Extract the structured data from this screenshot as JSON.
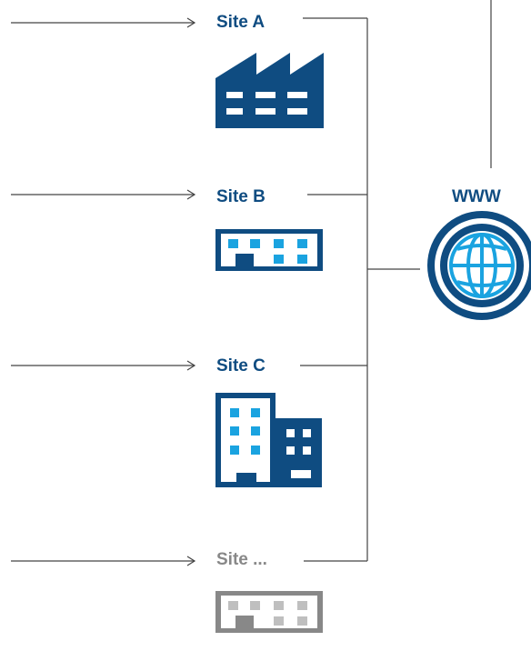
{
  "sites": [
    {
      "label": "Site A",
      "icon": "factory-icon",
      "color": "#0f4c81"
    },
    {
      "label": "Site B",
      "icon": "office-building-icon",
      "color": "#0f4c81"
    },
    {
      "label": "Site C",
      "icon": "tower-building-icon",
      "color": "#0f4c81"
    },
    {
      "label": "Site ...",
      "icon": "office-building-icon",
      "color": "#888888"
    }
  ],
  "internet": {
    "label": "WWW",
    "icon": "globe-icon",
    "color": "#0f4c81"
  },
  "colors": {
    "primary": "#0f4c81",
    "accent": "#1aa3e0",
    "muted": "#888888",
    "muted_light": "#bfbfbf",
    "line": "#444444"
  }
}
